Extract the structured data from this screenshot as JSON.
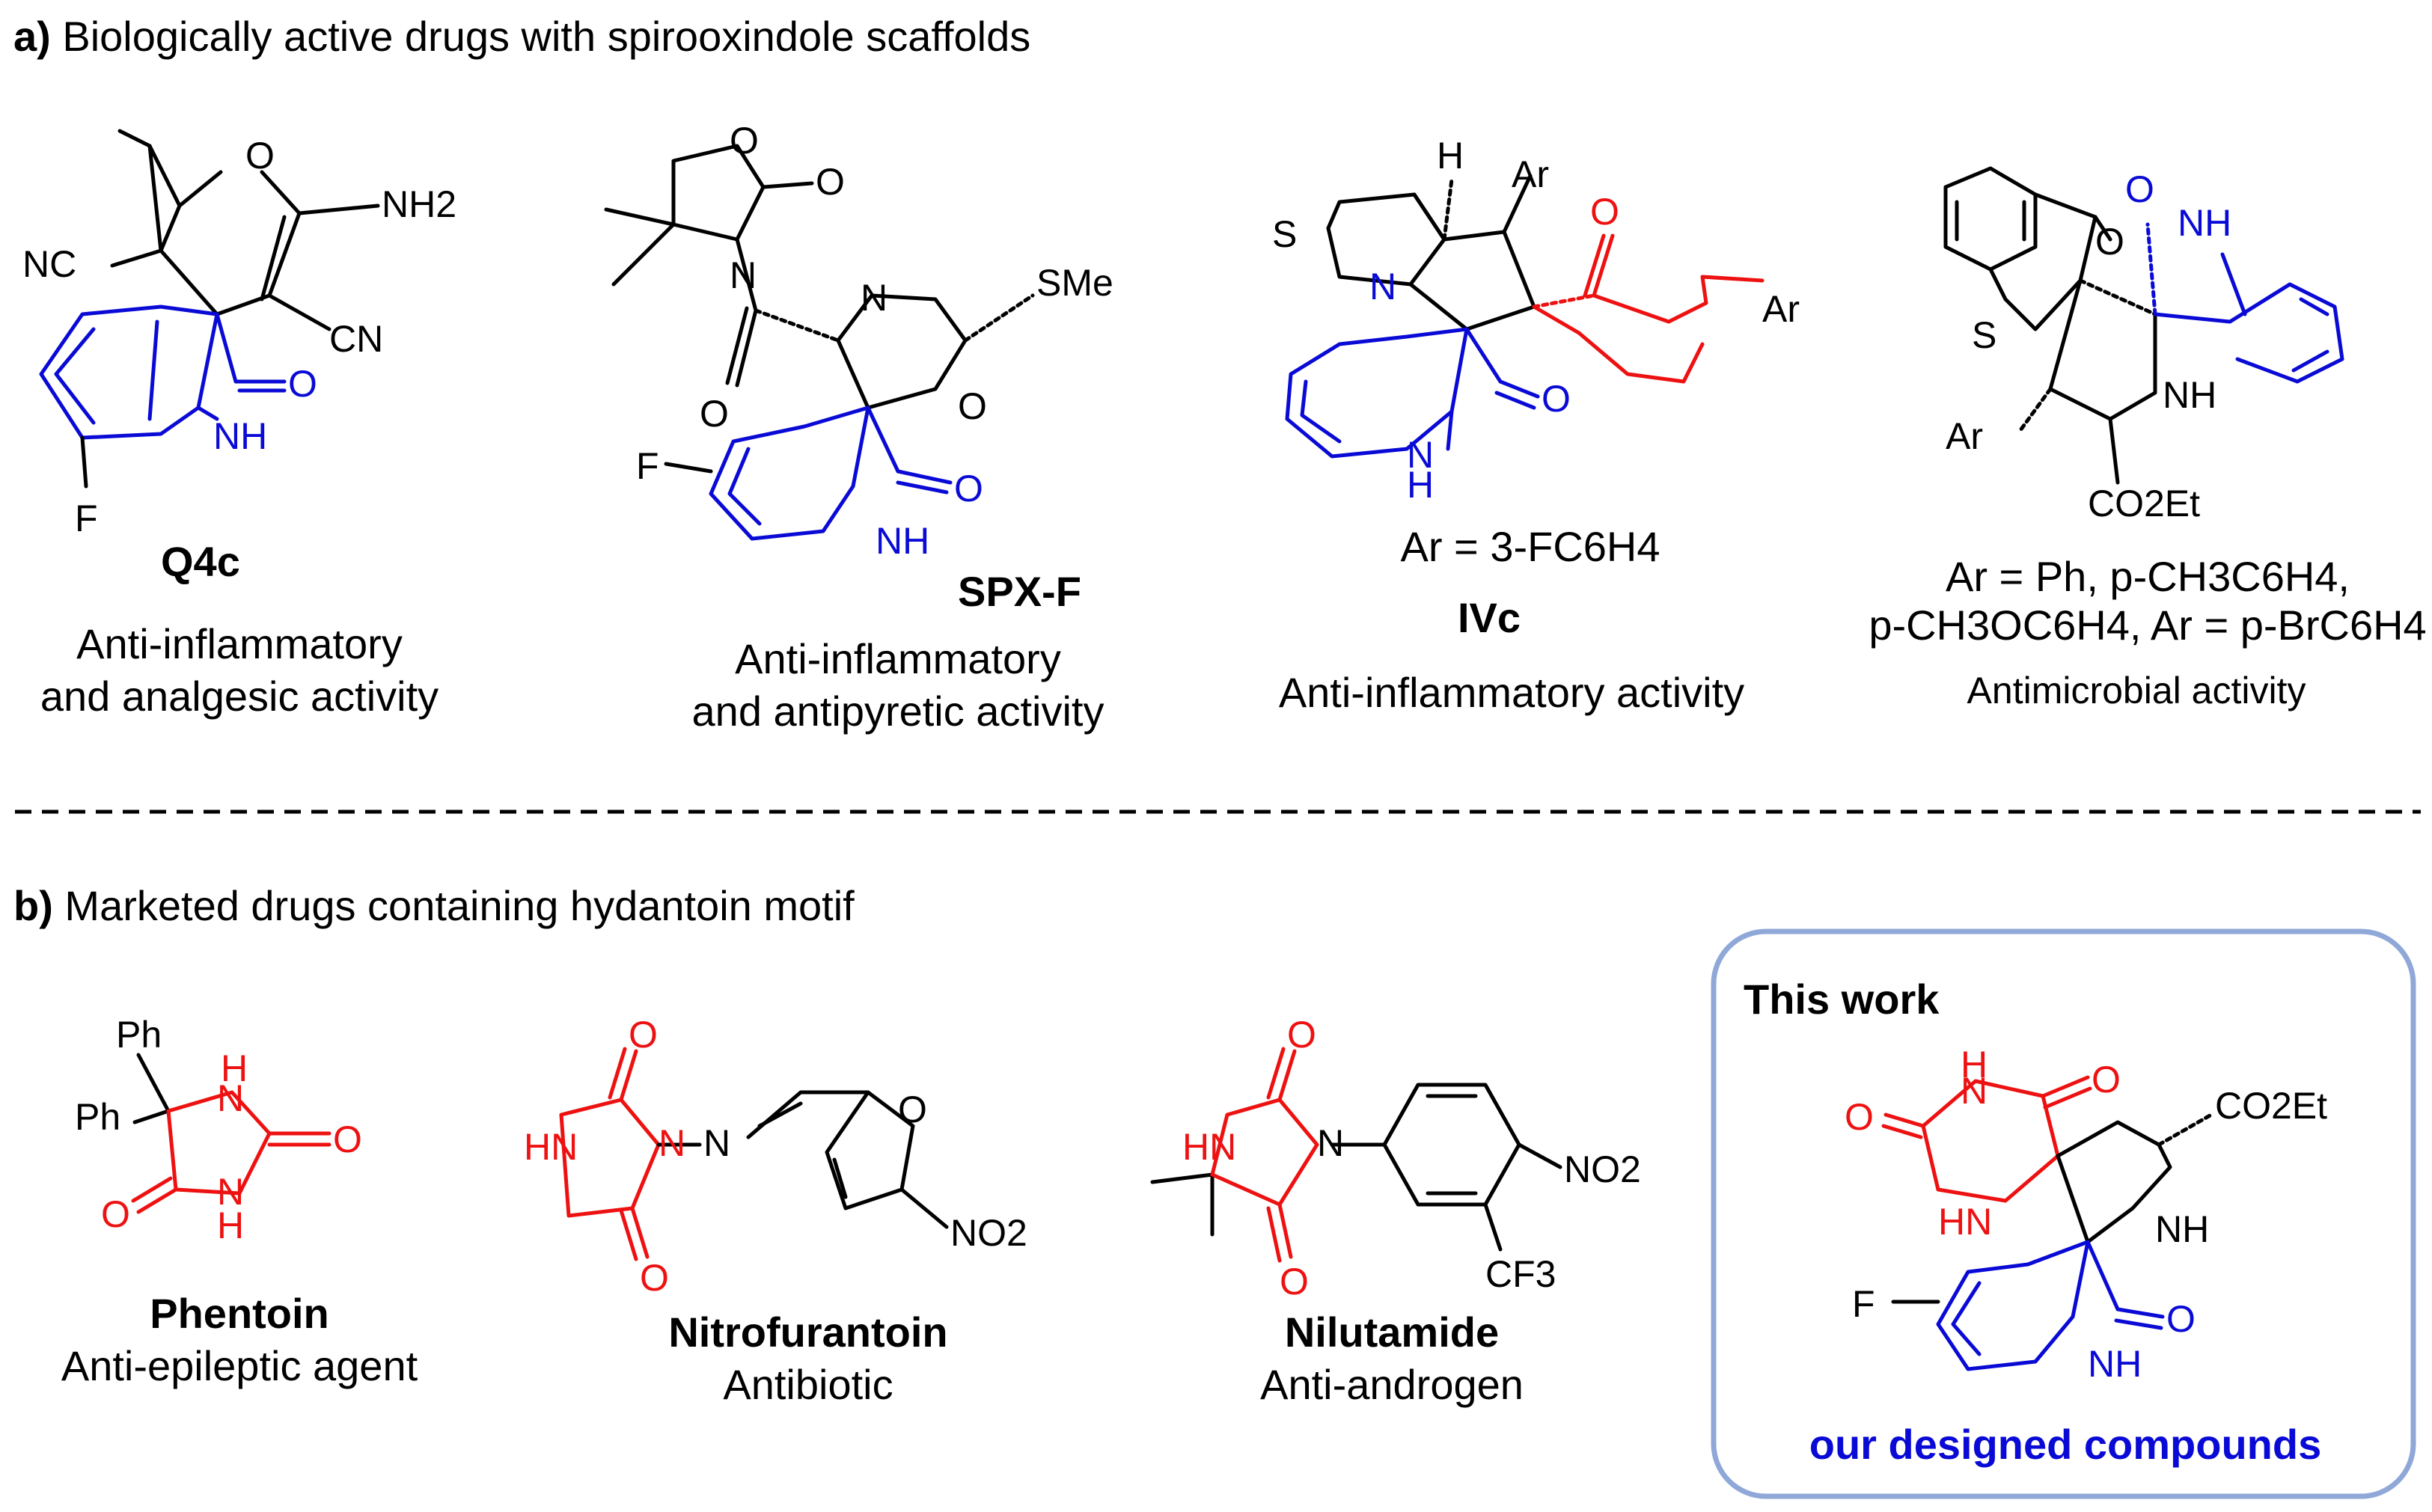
{
  "panel_a": {
    "label": "a)",
    "title": "Biologically active drugs with spirooxindole scaffolds",
    "compounds": [
      {
        "name": "Q4c",
        "activity_line1": "Anti-inflammatory",
        "activity_line2": "and analgesic activity"
      },
      {
        "name": "SPX-F",
        "activity_line1": "Anti-inflammatory",
        "activity_line2": "and antipyretic activity"
      },
      {
        "name": "IVc",
        "ar_note": "Ar = 3-FC6H4",
        "activity_line1": "Anti-inflammatory activity"
      },
      {
        "name": "",
        "ar_note_line1": "Ar = Ph, p-CH3C6H4,",
        "ar_note_line2": "p-CH3OC6H4, Ar = p-BrC6H4",
        "activity_line1": "Antimicrobial activity"
      }
    ]
  },
  "panel_b": {
    "label": "b)",
    "title": "Marketed drugs containing hydantoin motif",
    "compounds": [
      {
        "name": "Phentoin",
        "activity": "Anti-epileptic agent"
      },
      {
        "name": "Nitrofurantoin",
        "activity": "Antibiotic"
      },
      {
        "name": "Nilutamide",
        "activity": "Anti-androgen"
      }
    ],
    "this_work": {
      "heading": "This work",
      "footer": "our designed compounds"
    }
  },
  "atoms": {
    "O": "O",
    "N": "N",
    "S": "S",
    "F": "F",
    "H": "H",
    "NH": "NH",
    "HN": "HN",
    "NH2": "NH2",
    "NC": "NC",
    "CN": "CN",
    "Ar": "Ar",
    "SMe": "SMe",
    "CO2Et": "CO2Et",
    "Ph": "Ph",
    "NO2": "NO2",
    "CF3": "CF3"
  },
  "colors": {
    "scaffold_blue": "#0a0ad6",
    "motif_red": "#ee1111",
    "box_border": "#8fa8d8"
  }
}
